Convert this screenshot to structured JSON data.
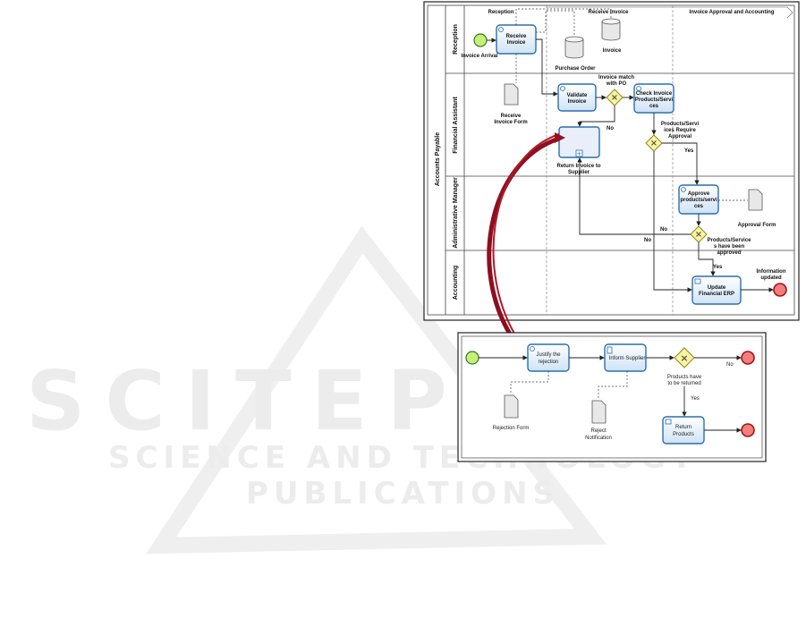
{
  "watermark": {
    "title": "SCITEPRESS",
    "subtitle": "SCIENCE AND TECHNOLOGY PUBLICATIONS"
  },
  "main_diagram": {
    "pool": "Accounts Payable",
    "lanes": [
      "Reception",
      "Financial Assistant",
      "Administrative Manager",
      "Accounting"
    ],
    "phases": [
      "Reception",
      "Receive Invoice",
      "Invoice Approval and Accounting"
    ],
    "start_label": "Invoice Arrival",
    "tasks": {
      "receive_invoice": [
        "Receive",
        "Invoice"
      ],
      "validate_invoice": [
        "Validate",
        "Invoice"
      ],
      "check_invoice": [
        "Check Invoice",
        "Products/Servi",
        "ces"
      ],
      "approve": [
        "Approve",
        "products/servi",
        "ces"
      ],
      "update_erp": [
        "Update",
        "Financial ERP"
      ],
      "return_invoice": [
        "Return Invoice to",
        "Supplier"
      ]
    },
    "data": {
      "purchase_order": "Purchase Order",
      "invoice": "Invoice",
      "receive_invoice_form": [
        "Receive",
        "Invoice Form"
      ],
      "approval_form": "Approval Form"
    },
    "gateways": {
      "match": [
        "Invoice match",
        "with PO"
      ],
      "require_approval": [
        "Products/Servi",
        "ices Require",
        "Approval"
      ],
      "approved": [
        "Products/Service",
        "s have been",
        "approved"
      ]
    },
    "flow_labels": {
      "no1": "No",
      "yes1": "Yes",
      "no2": "No",
      "no3": "No",
      "yes2": "Yes"
    },
    "end_label": [
      "Information",
      "updated"
    ]
  },
  "sub_diagram": {
    "tasks": {
      "justify": [
        "Justify  the",
        "rejection"
      ],
      "inform": "Inform Supplier",
      "return_products": [
        "Return",
        "Products"
      ]
    },
    "data": {
      "rejection_form": "Rejection Form",
      "reject_notification": [
        "Reject",
        "Notification"
      ]
    },
    "gateway": [
      "Products have",
      "to be returned"
    ],
    "flow_labels": {
      "no": "No",
      "yes": "Yes"
    }
  }
}
